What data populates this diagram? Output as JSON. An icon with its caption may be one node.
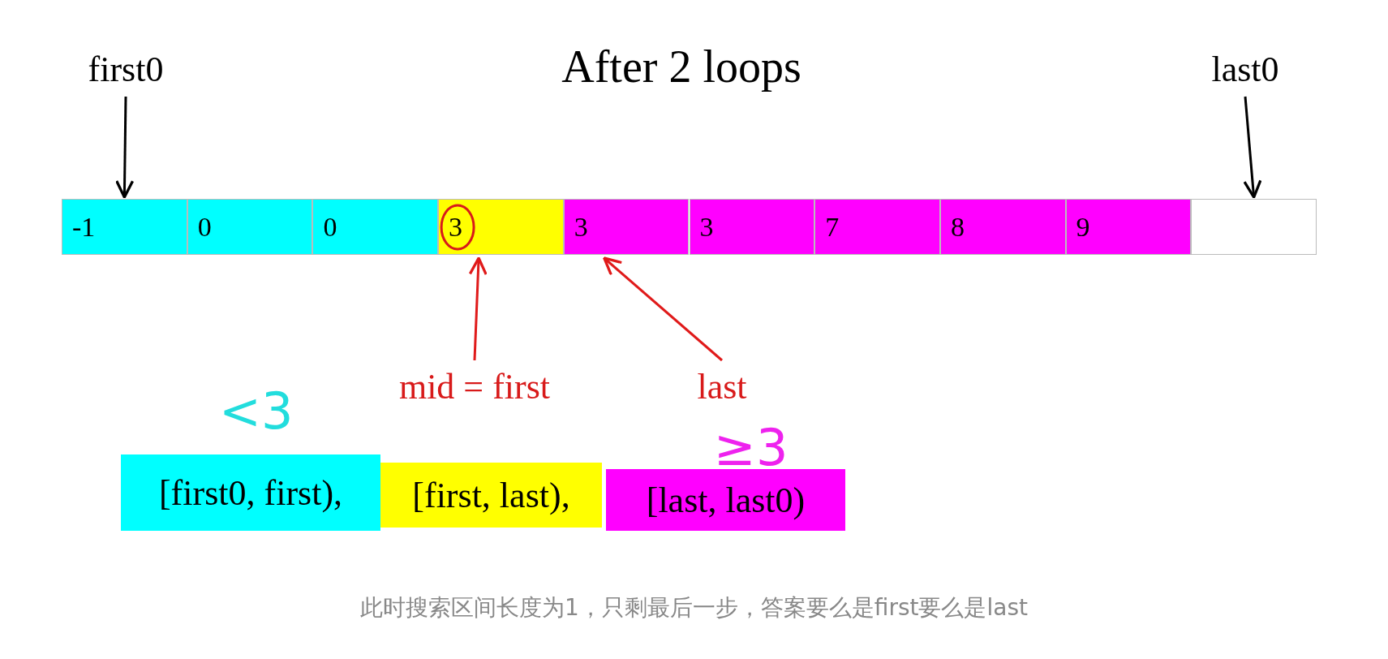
{
  "diagram": {
    "title": "After 2 loops",
    "caption": "此时搜索区间长度为1，只剩最后一步，答案要么是first要么是last",
    "nodes": [
      {
        "text": [
          "first0"
        ]
      },
      {
        "text": [
          "last0"
        ]
      },
      {
        "text": [
          "-1"
        ]
      },
      {
        "text": [
          "0"
        ]
      },
      {
        "text": [
          "0"
        ]
      },
      {
        "text": [
          "3"
        ]
      },
      {
        "text": [
          "3"
        ]
      },
      {
        "text": [
          "3"
        ]
      },
      {
        "text": [
          "7"
        ]
      },
      {
        "text": [
          "8"
        ]
      },
      {
        "text": [
          "9"
        ]
      },
      {
        "text": [],
        "shape": "box"
      },
      {
        "text": [
          "mid = first"
        ]
      },
      {
        "text": [
          "last"
        ]
      },
      {
        "text": [
          "[first0, first),"
        ]
      },
      {
        "text": [
          "[first, last),"
        ]
      },
      {
        "text": [
          "[last, last0)"
        ]
      }
    ],
    "edges": [
      {
        "from": 0,
        "to": 2,
        "arrow": "to",
        "color": "#000000"
      },
      {
        "from": 1,
        "to": 11,
        "arrow": "to",
        "color": "#000000"
      },
      {
        "from": 12,
        "to": 5,
        "arrow": "to",
        "color": "#e01a1a"
      },
      {
        "from": 13,
        "to": 6,
        "arrow": "to",
        "color": "#e01a1a"
      }
    ],
    "labels": [
      "<3",
      "≥3"
    ]
  }
}
